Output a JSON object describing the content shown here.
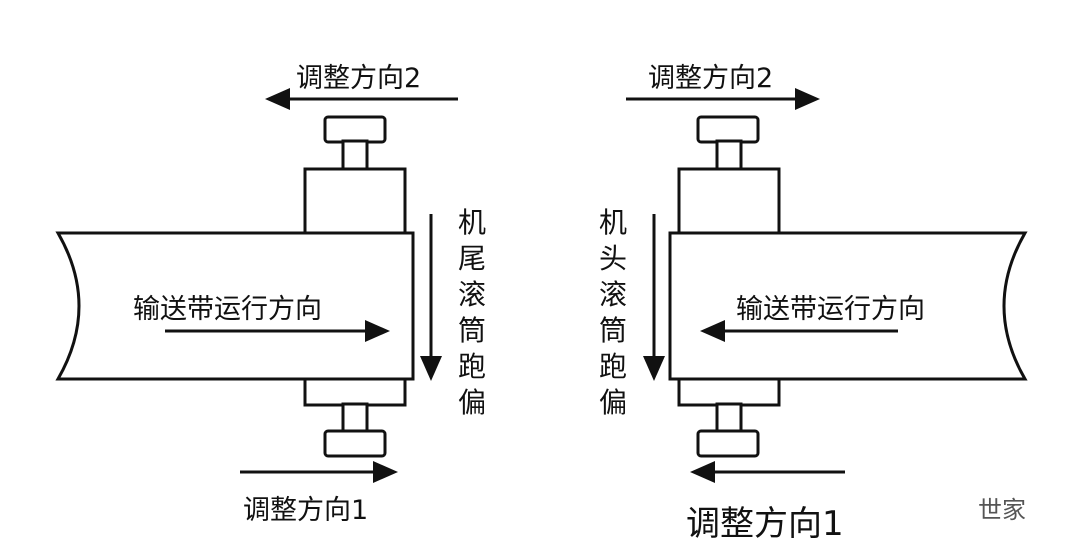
{
  "diagram": {
    "colors": {
      "stroke": "#111111",
      "fill": "#ffffff"
    },
    "left_panel": {
      "top_adjust_label": "调整方向2",
      "bottom_adjust_label": "调整方向1",
      "belt_label": "输送带运行方向",
      "side_label": "机尾滚筒跑偏"
    },
    "right_panel": {
      "top_adjust_label": "调整方向2",
      "bottom_adjust_label": "调整方向1",
      "belt_label": "输送带运行方向",
      "side_label": "机头滚筒跑偏"
    },
    "watermark": "世家"
  }
}
